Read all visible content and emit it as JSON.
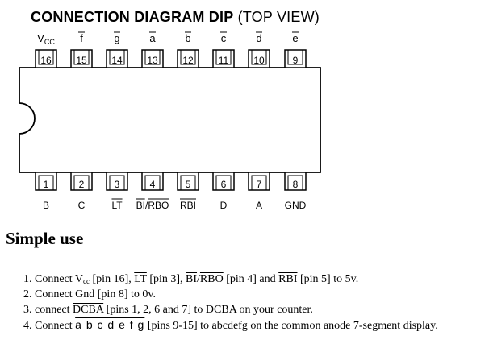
{
  "title": {
    "bold": "CONNECTION DIAGRAM DIP",
    "normal": "(TOP VIEW)"
  },
  "top_pins": [
    {
      "number": "16",
      "label_main": "V",
      "label_sub": "CC",
      "overline": false
    },
    {
      "number": "15",
      "label_main": "f",
      "label_sub": "",
      "overline": true
    },
    {
      "number": "14",
      "label_main": "g",
      "label_sub": "",
      "overline": true
    },
    {
      "number": "13",
      "label_main": "a",
      "label_sub": "",
      "overline": true
    },
    {
      "number": "12",
      "label_main": "b",
      "label_sub": "",
      "overline": true
    },
    {
      "number": "11",
      "label_main": "c",
      "label_sub": "",
      "overline": true
    },
    {
      "number": "10",
      "label_main": "d",
      "label_sub": "",
      "overline": true
    },
    {
      "number": "9",
      "label_main": "e",
      "label_sub": "",
      "overline": true
    }
  ],
  "bottom_pins": [
    {
      "number": "1",
      "label": "B",
      "overline": false
    },
    {
      "number": "2",
      "label": "C",
      "overline": false
    },
    {
      "number": "3",
      "label": "LT",
      "overline": true
    },
    {
      "number": "4",
      "label": "BI/RBO",
      "overline": true
    },
    {
      "number": "5",
      "label": "RBI",
      "overline": true
    },
    {
      "number": "6",
      "label": "D",
      "overline": false
    },
    {
      "number": "7",
      "label": "A",
      "overline": false
    },
    {
      "number": "8",
      "label": "GND",
      "overline": false
    }
  ],
  "section_heading": "Simple use",
  "steps": {
    "s1": {
      "num": "1.",
      "a": "Connect V",
      "a_sub": "cc",
      "b": "[pin 16],",
      "c": "LT",
      "d": "[pin 3],",
      "e": "BI",
      "f": "/",
      "g": "RBO",
      "h": "[pin 4] and",
      "i": "RBI",
      "j": "[pin 5] to 5v."
    },
    "s2": {
      "num": "2.",
      "text": "Connect Gnd [pin 8] to 0v."
    },
    "s3": {
      "num": "3.",
      "a": "connect",
      "b": "DCBA",
      "c": "[pins 1, 2, 6 and 7] to DCBA on your counter."
    },
    "s4": {
      "num": "4.",
      "a": "Connect",
      "b": "a b c d e f g",
      "c": "[pins 9-15] to abcdefg on the common anode 7-segment display."
    }
  }
}
